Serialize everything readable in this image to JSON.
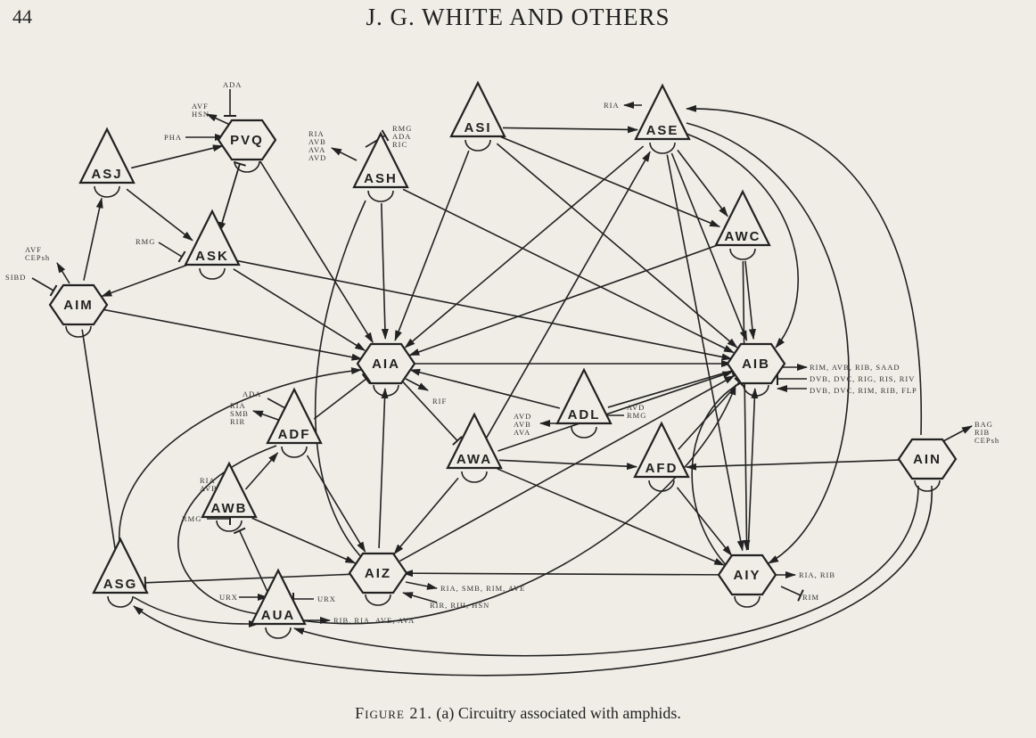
{
  "header": {
    "page_number": "44",
    "running_head": "J. G. WHITE AND OTHERS"
  },
  "caption": {
    "figure": "Figure 21.",
    "text": " (a) Circuitry associated with amphids."
  },
  "nodes": [
    {
      "id": "PVQ",
      "shape": "hexagon"
    },
    {
      "id": "ASJ",
      "shape": "triangle"
    },
    {
      "id": "ASK",
      "shape": "triangle"
    },
    {
      "id": "AIM",
      "shape": "hexagon"
    },
    {
      "id": "ASH",
      "shape": "triangle"
    },
    {
      "id": "ASI",
      "shape": "triangle"
    },
    {
      "id": "ASE",
      "shape": "triangle"
    },
    {
      "id": "AWC",
      "shape": "triangle"
    },
    {
      "id": "AIA",
      "shape": "hexagon"
    },
    {
      "id": "AIB",
      "shape": "hexagon"
    },
    {
      "id": "ADL",
      "shape": "triangle"
    },
    {
      "id": "ADF",
      "shape": "triangle"
    },
    {
      "id": "AWA",
      "shape": "triangle"
    },
    {
      "id": "AFD",
      "shape": "triangle"
    },
    {
      "id": "AIN",
      "shape": "hexagon"
    },
    {
      "id": "AWB",
      "shape": "triangle"
    },
    {
      "id": "ASG",
      "shape": "triangle"
    },
    {
      "id": "AIZ",
      "shape": "hexagon"
    },
    {
      "id": "AIY",
      "shape": "hexagon"
    },
    {
      "id": "AUA",
      "shape": "triangle"
    }
  ],
  "edges": [
    [
      "ASJ",
      "PVQ",
      "arrow"
    ],
    [
      "ASJ",
      "ASK",
      "arrow"
    ],
    [
      "PVQ",
      "ASK",
      "arrow"
    ],
    [
      "ASK",
      "PVQ",
      "bar"
    ],
    [
      "PVQ",
      "AIA",
      "arrow"
    ],
    [
      "AIM",
      "ASJ",
      "arrow"
    ],
    [
      "ASK",
      "AIM",
      "arrow"
    ],
    [
      "AIM",
      "AIA",
      "arrow"
    ],
    [
      "AIM",
      "ASG",
      "bar"
    ],
    [
      "ASK",
      "AIA",
      "arrow"
    ],
    [
      "ASK",
      "AIB",
      "arrow"
    ],
    [
      "ASH",
      "AIA",
      "arrow"
    ],
    [
      "ASH",
      "AIB",
      "arrow"
    ],
    [
      "ASI",
      "AIA",
      "arrow"
    ],
    [
      "ASI",
      "ASE",
      "arrow"
    ],
    [
      "ASI",
      "AIB",
      "arrow"
    ],
    [
      "ASI",
      "AWC",
      "arrow"
    ],
    [
      "ASE",
      "AIA",
      "arrow"
    ],
    [
      "ASE",
      "AWC",
      "arrow"
    ],
    [
      "ASE",
      "AIB",
      "arrow"
    ],
    [
      "ASE",
      "AIY",
      "arrow"
    ],
    [
      "AWC",
      "AIA",
      "arrow"
    ],
    [
      "AWC",
      "AIB",
      "arrow"
    ],
    [
      "AWC",
      "AIY",
      "arrow"
    ],
    [
      "AIA",
      "AIB",
      "arrow"
    ],
    [
      "ADL",
      "AIA",
      "arrow"
    ],
    [
      "ADL",
      "AIB",
      "bar"
    ],
    [
      "AIA",
      "AWA",
      "bar"
    ],
    [
      "ADF",
      "AIA",
      "bar"
    ],
    [
      "ADF",
      "AIZ",
      "arrow"
    ],
    [
      "AWB",
      "ADF",
      "arrow"
    ],
    [
      "AWB",
      "AIZ",
      "arrow"
    ],
    [
      "AIZ",
      "AIA",
      "arrow"
    ],
    [
      "AIZ",
      "ASG",
      "bar"
    ],
    [
      "AIZ",
      "AIB",
      "arrow"
    ],
    [
      "AWA",
      "AIZ",
      "arrow"
    ],
    [
      "AWA",
      "AIB",
      "arrow"
    ],
    [
      "AWA",
      "AFD",
      "arrow"
    ],
    [
      "AWA",
      "AIY",
      "arrow"
    ],
    [
      "AWA",
      "ASE",
      "arrow"
    ],
    [
      "AFD",
      "AIY",
      "arrow"
    ],
    [
      "AFD",
      "AIB",
      "bar"
    ],
    [
      "AIN",
      "AFD",
      "arrow"
    ],
    [
      "AIY",
      "AIZ",
      "arrow"
    ],
    [
      "AIY",
      "AIB",
      "arrow"
    ],
    [
      "AUA",
      "AWB",
      "bar"
    ]
  ],
  "external_labels": {
    "pvq_top": "ADA",
    "pvq_out": [
      "AVF",
      "HSN"
    ],
    "pvq_in": "PHA",
    "ask_in": "RMG",
    "aim_out": [
      "AVF",
      "CEPsh"
    ],
    "aim_in": "SIBD",
    "ash_out": [
      "RIA",
      "AVB",
      "AVA",
      "AVD"
    ],
    "ash_in": [
      "RMG",
      "ADA",
      "RIC"
    ],
    "ase_out": "RIA",
    "aib_out1": "RIM, AVB, RIB, SAAD",
    "aib_out2": "DVB, DVC, RIG, RIS, RIV",
    "aib_out3": "DVB, DVC, RIM, RIB, FLP",
    "aia_out": "RIF",
    "adl_out": [
      "AVD",
      "AVB",
      "AVA"
    ],
    "adl_in": [
      "AVD",
      "RMG"
    ],
    "adf_in": "ADA",
    "adf_out": [
      "RIA",
      "SMB",
      "RIR"
    ],
    "awb_out": [
      "RIA",
      "AVB"
    ],
    "awb_in": "RMG",
    "ain_out": [
      "BAG",
      "RIB",
      "CEPsh"
    ],
    "aiz_out": "RIA, SMB, RIM, AVE",
    "aiz_in": "RIR, RIH, HSN",
    "aua_in": "URX",
    "aua_out2": "URX",
    "aua_out": "RIB, RIA, AVE, AVA",
    "aiy_out": "RIA, RIB",
    "aiy_in": "RIM"
  }
}
